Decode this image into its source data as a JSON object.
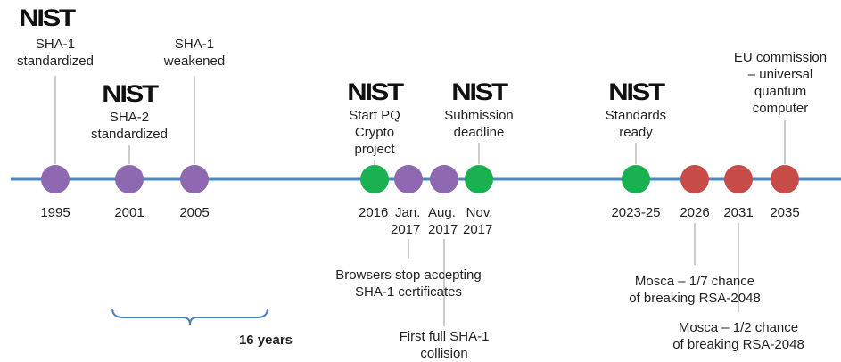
{
  "logo_text": "NIST",
  "colors": {
    "purple": "#8e68b0",
    "green": "#18b050",
    "red": "#c74b47",
    "line": "#4f86c6",
    "leader": "#bbbbbb",
    "brace": "#4a7fc0"
  },
  "events_above": {
    "sha1_standardized": "SHA-1\nstandardized",
    "sha1_weakened": "SHA-1\nweakened",
    "sha2_standardized": "SHA-2\nstandardized",
    "start_pq": "Start PQ\nCrypto\nproject",
    "submission_deadline": "Submission\ndeadline",
    "standards_ready": "Standards\nready",
    "eu_commission": "EU commission\n– universal\nquantum\ncomputer"
  },
  "years": {
    "y1995": "1995",
    "y2001": "2001",
    "y2005": "2005",
    "y2016": "2016",
    "jan2017": "Jan.\n2017",
    "aug2017": "Aug.\n2017",
    "nov2017": "Nov.\n2017",
    "y2023": "2023-25",
    "y2026": "2026",
    "y2031": "2031",
    "y2035": "2035"
  },
  "events_below": {
    "browsers_stop": "Browsers stop accepting\nSHA-1 certificates",
    "first_collision": "First full SHA-1\ncollision",
    "mosca_1_7": "Mosca – 1/7 chance\nof breaking RSA-2048",
    "mosca_1_2": "Mosca – 1/2 chance\nof breaking RSA-2048"
  },
  "brace_label": "16 years"
}
